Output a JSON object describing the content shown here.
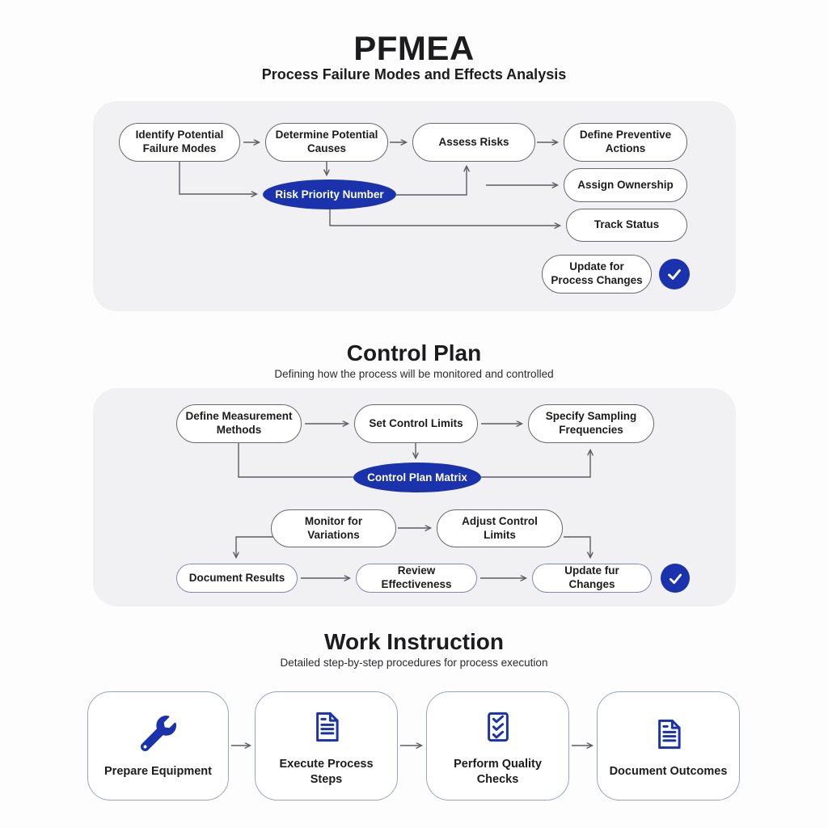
{
  "pfmea": {
    "title": "PFMEA",
    "subtitle": "Process Failure Modes and Effects Analysis",
    "nodes": {
      "identify": "Identify Potential Failure Modes",
      "determine": "Determine Potential Causes",
      "assess": "Assess Risks",
      "define_preventive": "Define Preventive Actions",
      "rpn": "Risk Priority Number",
      "assign": "Assign Ownership",
      "track": "Track Status",
      "update": "Update for Process Changes"
    }
  },
  "control_plan": {
    "title": "Control Plan",
    "subtitle": "Defining how the process will be monitored and controlled",
    "nodes": {
      "define_measurement": "Define Measurement Methods",
      "set_limits": "Set Control Limits",
      "specify_sampling": "Specify Sampling Frequencies",
      "matrix": "Control Plan Matrix",
      "monitor": "Monitor for Variations",
      "adjust": "Adjust Control Limits",
      "document": "Document Results",
      "review": "Review Effectiveness",
      "update": "Update fur Changes"
    }
  },
  "work_instruction": {
    "title": "Work Instruction",
    "subtitle": "Detailed step-by-step procedures for process execution",
    "steps": [
      {
        "label": "Prepare Equipment",
        "icon": "wrench-icon"
      },
      {
        "label": "Execute Process Steps",
        "icon": "document-icon"
      },
      {
        "label": "Perform Quality Checks",
        "icon": "checklist-icon"
      },
      {
        "label": "Document Outcomes",
        "icon": "document-icon"
      }
    ]
  },
  "icons": {
    "status_done": "check-icon"
  },
  "colors": {
    "accent_blue": "#1b32ad",
    "panel_bg": "#f1f1f4",
    "line_gray": "#5c5c64",
    "text": "#1c1c1e"
  }
}
